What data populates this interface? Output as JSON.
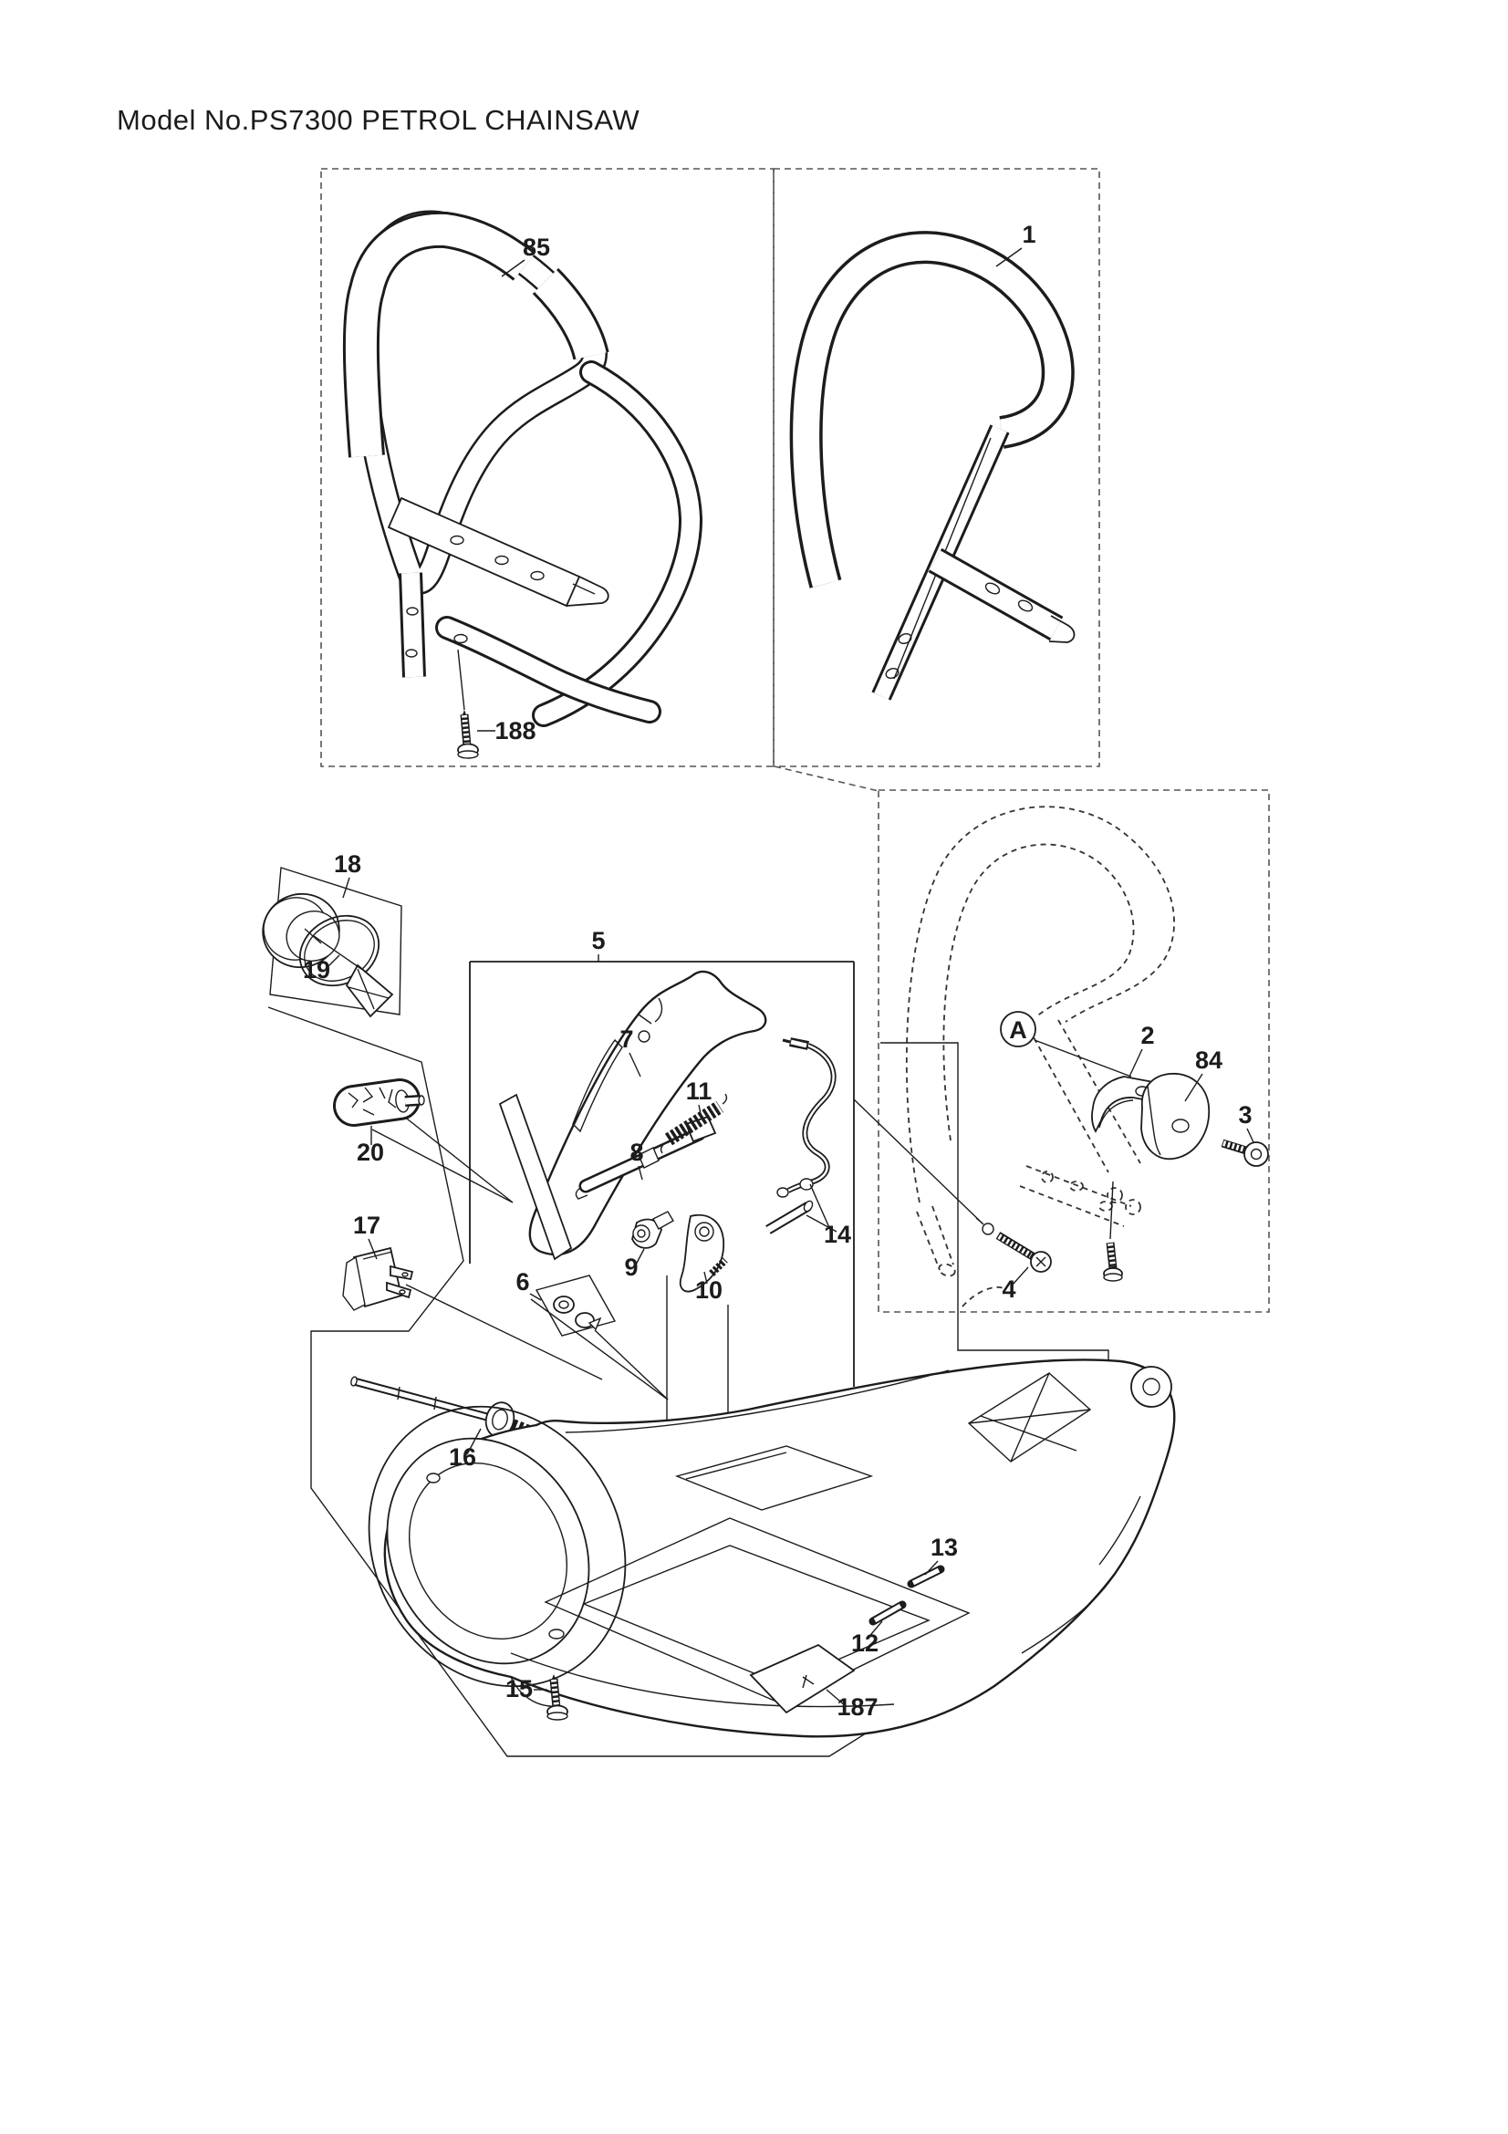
{
  "title": "Model No.PS7300 PETROL CHAINSAW",
  "detail_view": {
    "marker": "A"
  },
  "colors": {
    "line": "#1c1c1c",
    "box_dash": "#555555",
    "background": "#ffffff"
  },
  "part_labels": {
    "p1": "1",
    "p2": "2",
    "p3": "3",
    "p4": "4",
    "p5": "5",
    "p6": "6",
    "p7": "7",
    "p8": "8",
    "p9": "9",
    "p10": "10",
    "p11": "11",
    "p12": "12",
    "p13": "13",
    "p14": "14",
    "p15": "15",
    "p16": "16",
    "p17": "17",
    "p18": "18",
    "p19": "19",
    "p20": "20",
    "p84": "84",
    "p85": "85",
    "p187": "187",
    "p188": "188"
  }
}
